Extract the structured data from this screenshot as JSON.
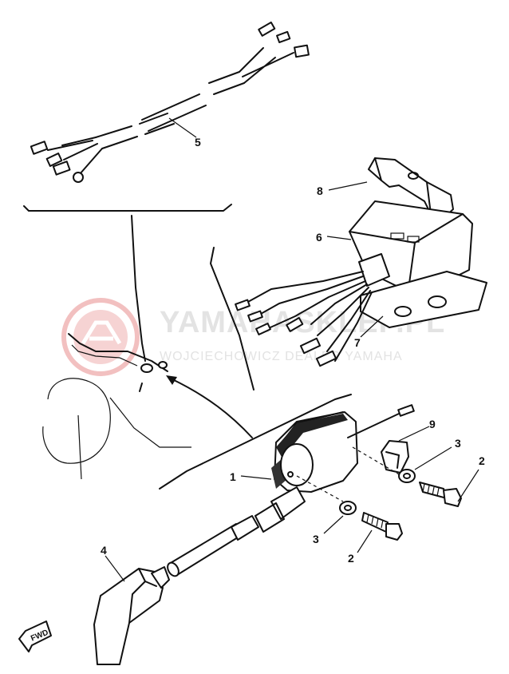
{
  "watermark": {
    "title": "YAMAHASKLEP.PL",
    "subtitle": "WOJCIECHOWICZ DEALER YAMAHA"
  },
  "callouts": {
    "p1": "1",
    "p2a": "2",
    "p2b": "2",
    "p3a": "3",
    "p3b": "3",
    "p4": "4",
    "p5": "5",
    "p6": "6",
    "p7": "7",
    "p8": "8",
    "p9": "9"
  },
  "fwd_label": "FWD",
  "colors": {
    "ink": "#111111",
    "watermark": "#e3e3e3",
    "logo": "#f2c0c0"
  },
  "icons": [
    "watermark-logo-icon",
    "fwd-arrow-icon"
  ]
}
